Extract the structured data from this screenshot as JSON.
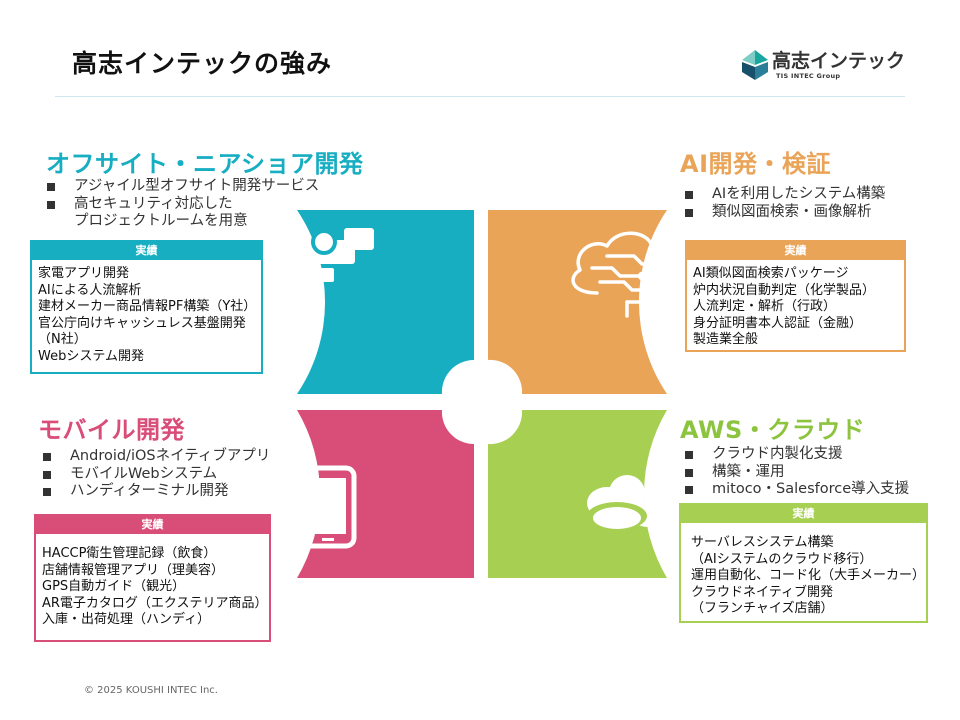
{
  "header": {
    "title": "高志インテックの強み",
    "logo_text": "高志インテック",
    "logo_sub": "TIS INTEC Group"
  },
  "colors": {
    "teal": "#17aec2",
    "orange": "#e9a458",
    "pink": "#d94d79",
    "green": "#a7d053",
    "green_text": "#8cc43f"
  },
  "quadrants": {
    "offsite": {
      "title": "オフサイト・ニアショア開発",
      "bullets": [
        "アジャイル型オフサイト開発サービス",
        "高セキュリティ対応した",
        "プロジェクトルームを用意"
      ],
      "box_title": "実績",
      "items": [
        "家電アプリ開発",
        "AIによる人流解析",
        "建材メーカー商品情報PF構築（Y社）",
        "官公庁向けキャッシュレス基盤開発",
        "（N社）",
        "Webシステム開発"
      ],
      "icon": "puzzle-icon"
    },
    "ai": {
      "title": "AI開発・検証",
      "bullets": [
        "AIを利用したシステム構築",
        "類似図面検索・画像解析"
      ],
      "box_title": "実績",
      "items": [
        "AI類似図面検索パッケージ",
        "炉内状況自動判定（化学製品）",
        "人流判定・解析（行政）",
        "身分証明書本人認証（金融）",
        "製造業全般"
      ],
      "icon": "brain-icon"
    },
    "mobile": {
      "title": "モバイル開発",
      "bullets": [
        "Android/iOSネイティブアプリ",
        "モバイルWebシステム",
        "ハンディターミナル開発"
      ],
      "box_title": "実績",
      "items": [
        "HACCP衛生管理記録（飲食）",
        "店舗情報管理アプリ（理美容）",
        "GPS自動ガイド（観光）",
        "AR電子カタログ（エクステリア商品）",
        "入庫・出荷処理（ハンディ）"
      ],
      "icon": "tablet-icon"
    },
    "aws": {
      "title": "AWS・クラウド",
      "bullets": [
        "クラウド内製化支援",
        "構築・運用",
        "mitoco・Salesforce導入支援"
      ],
      "box_title": "実績",
      "items": [
        "サーバレスシステム構築",
        "（AIシステムのクラウド移行）",
        "運用自動化、コード化（大手メーカー）",
        "クラウドネイティブ開発",
        "（フランチャイズ店舗）"
      ],
      "icon": "cloud-icon"
    }
  },
  "footer": {
    "copyright": "© 2025 KOUSHI INTEC Inc."
  }
}
